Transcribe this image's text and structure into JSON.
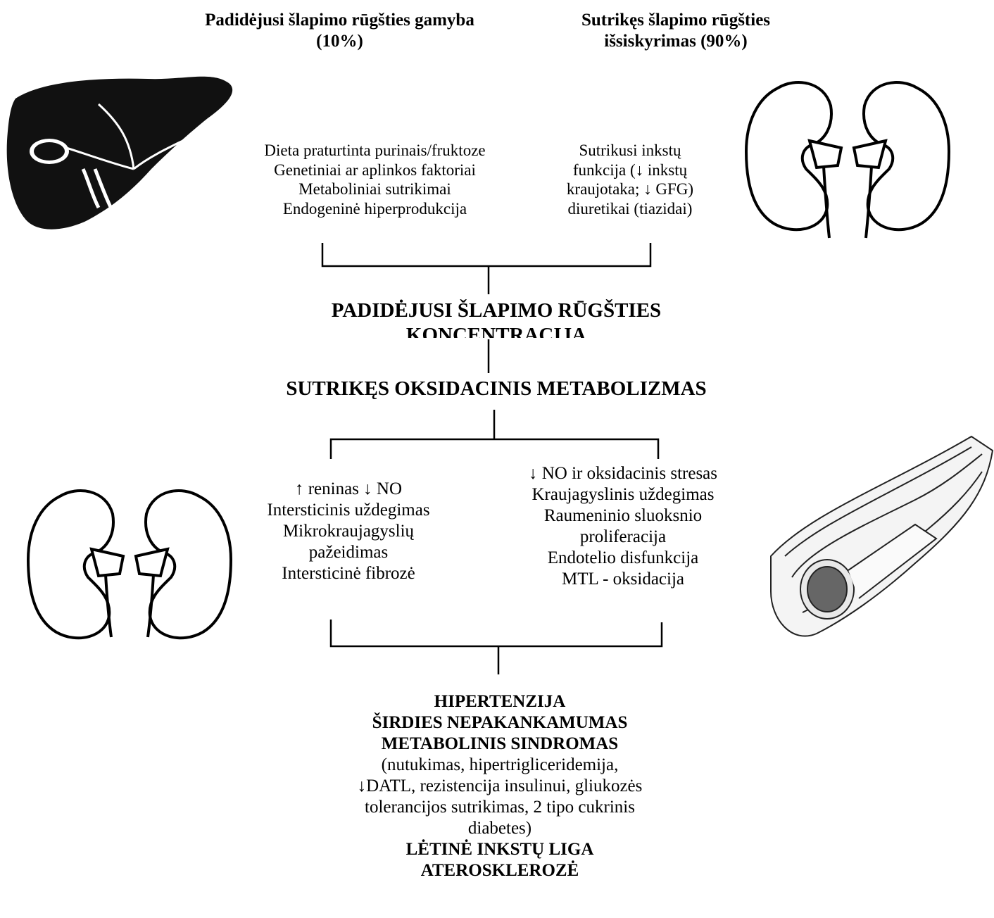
{
  "top": {
    "left_heading": [
      "Padidėjusi šlapimo rūgšties gamyba",
      "(10%)"
    ],
    "right_heading": [
      "Sutrikęs šlapimo rūgšties",
      "išsiskyrimas (90%)"
    ],
    "left_causes": [
      "Dieta praturtinta purinais/fruktoze",
      "Genetiniai ar aplinkos faktoriai",
      "Metaboliniai sutrikimai",
      "Endogeninė hiperprodukcija"
    ],
    "right_causes": [
      "Sutrikusi inkstų",
      "funkcija (↓ inkstų",
      "kraujotaka; ↓ GFG)",
      "diuretikai (tiazidai)"
    ]
  },
  "middle": {
    "concentration": [
      "PADIDĖJUSI ŠLAPIMO RŪGŠTIES",
      "KONCENTRACIJA"
    ],
    "oxidative": "SUTRIKĘS OKSIDACINIS METABOLIZMAS"
  },
  "effects": {
    "renal": [
      "↑ reninas ↓ NO",
      "Intersticinis uždegimas",
      "Mikrokraujagyslių",
      "pažeidimas",
      "Intersticinė fibrozė"
    ],
    "vascular": [
      "↓ NO ir oksidacinis stresas",
      "Kraujagyslinis uždegimas",
      "Raumeninio sluoksnio",
      "proliferacija",
      "Endotelio disfunkcija",
      "MTL - oksidacija"
    ]
  },
  "outcomes": {
    "bold_top": [
      "HIPERTENZIJA",
      "ŠIRDIES NEPAKANKAMUMAS",
      "METABOLINIS SINDROMAS"
    ],
    "detail": [
      "(nutukimas, hipertrigliceridemija,",
      "↓DATL, rezistencija insulinui, gliukozės",
      "tolerancijos sutrikimas, 2 tipo cukrinis",
      "diabetes)"
    ],
    "bold_bottom": [
      "LĖTINĖ INKSTŲ LIGA",
      "ATEROSKLEROZĖ"
    ]
  }
}
